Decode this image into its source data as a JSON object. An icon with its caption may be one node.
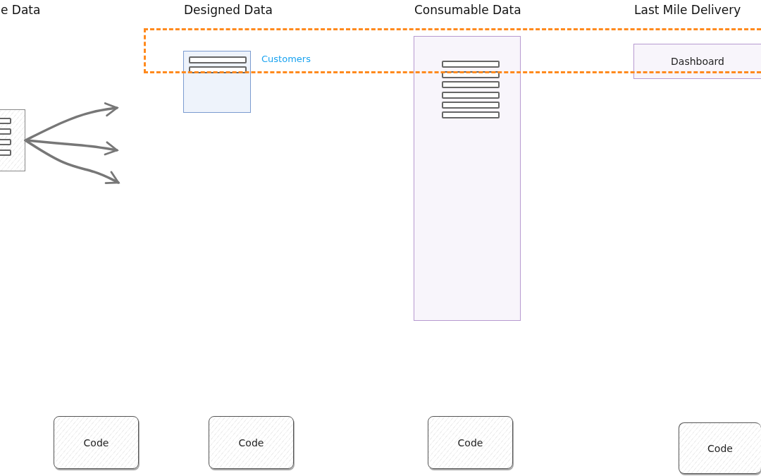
{
  "diagram": {
    "nodes": [
      {
        "text": [],
        "shape": "box"
      },
      {
        "text": [],
        "shape": "box"
      },
      {
        "text": [],
        "shape": "box"
      },
      {
        "text": [],
        "shape": "box"
      },
      {
        "text": [
          "Dashboard"
        ]
      },
      {
        "text": [
          "Code"
        ]
      },
      {
        "text": [
          "Code"
        ]
      },
      {
        "text": [
          "Code"
        ]
      },
      {
        "text": [
          "Code"
        ]
      }
    ],
    "edges": [
      {
        "from": 1,
        "to": null,
        "arrow": "to"
      },
      {
        "from": 1,
        "to": null,
        "arrow": "to"
      },
      {
        "from": 1,
        "to": null,
        "arrow": "to"
      }
    ],
    "labels": [
      "e Data",
      "Designed Data",
      "Consumable Data",
      "Last Mile Delivery",
      "Customers"
    ]
  }
}
